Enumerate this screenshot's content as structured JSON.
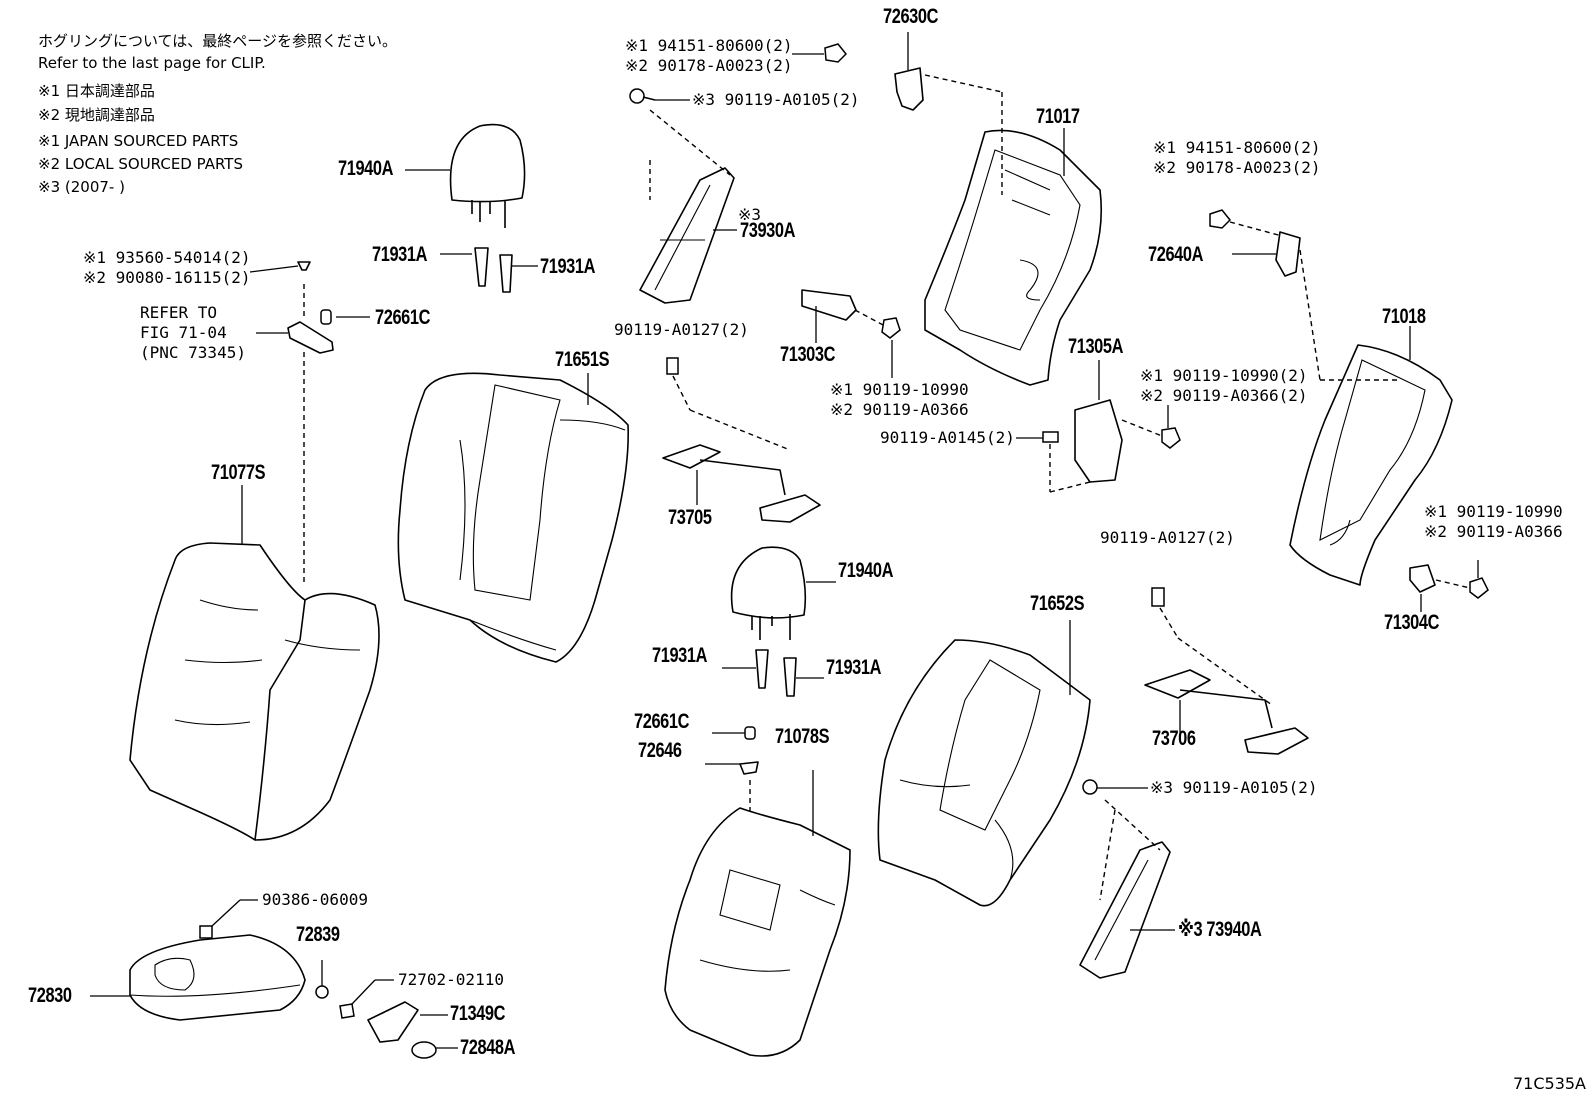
{
  "notes": [
    "ホグリングについては、最終ページを参照ください。",
    "Refer to the last page for CLIP.",
    "※1 日本調達部品",
    "※2 現地調達部品",
    "※1 JAPAN SOURCED PARTS",
    "※2 LOCAL SOURCED PARTS",
    "※3 (2007-      )"
  ],
  "figure_id": "71C535A",
  "refer": [
    "REFER TO",
    "FIG 71-04",
    "(PNC 73345)"
  ],
  "parts": {
    "p72630C": "72630C",
    "p71017": "71017",
    "p71018": "71018",
    "p71940A_1": "71940A",
    "p71940A_2": "71940A",
    "p71931A_1": "71931A",
    "p71931A_2": "71931A",
    "p71931A_3": "71931A",
    "p71931A_4": "71931A",
    "p72661C_1": "72661C",
    "p72661C_2": "72661C",
    "p73930A": "73930A",
    "p73930A_mark": "※3",
    "p71651S": "71651S",
    "p71652S": "71652S",
    "p71077S": "71077S",
    "p71078S": "71078S",
    "p71303C": "71303C",
    "p71305A": "71305A",
    "p72640A": "72640A",
    "p71304C": "71304C",
    "p73705": "73705",
    "p73706": "73706",
    "p72646": "72646",
    "p72830": "72830",
    "p72839": "72839",
    "p71349C": "71349C",
    "p72848A": "72848A",
    "p73940A": "※3 73940A"
  },
  "refs": {
    "r1a": "※1 94151-80600(2)",
    "r1b": "※2 90178-A0023(2)",
    "r2": "※3 90119-A0105(2)",
    "r3a": "※1 94151-80600(2)",
    "r3b": "※2 90178-A0023(2)",
    "r4a": "※1 93560-54014(2)",
    "r4b": "※2 90080-16115(2)",
    "r5": "90119-A0127(2)",
    "r6a": "※1 90119-10990",
    "r6b": "※2 90119-A0366",
    "r7a": "※1 90119-10990(2)",
    "r7b": "※2 90119-A0366(2)",
    "r8": "90119-A0145(2)",
    "r9": "90119-A0127(2)",
    "r10a": "※1 90119-10990",
    "r10b": "※2 90119-A0366",
    "r11": "※3 90119-A0105(2)",
    "r12": "90386-06009",
    "r13": "72702-02110"
  }
}
